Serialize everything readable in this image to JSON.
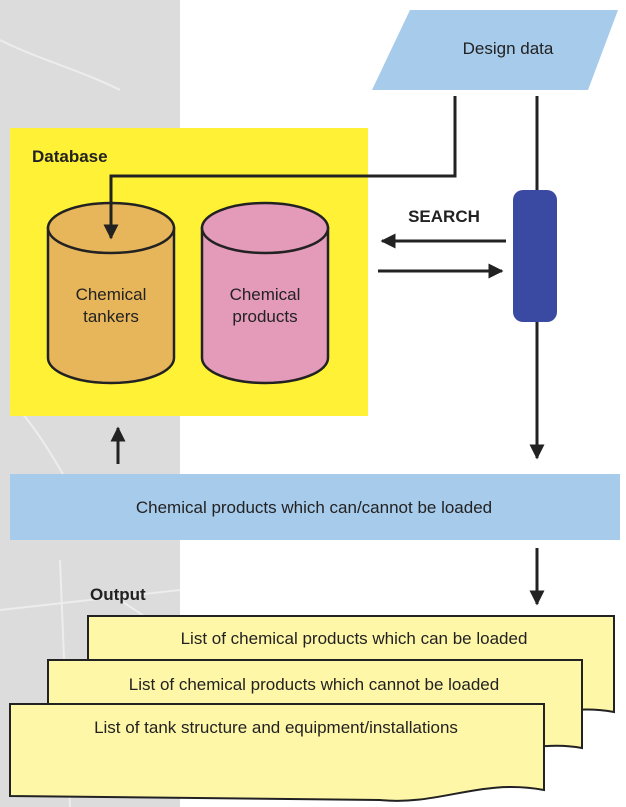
{
  "design_data": "Design data",
  "database": {
    "title": "Database",
    "tankers": {
      "line1": "Chemical",
      "line2": "tankers"
    },
    "products": {
      "line1": "Chemical",
      "line2": "products"
    }
  },
  "search_label": "SEARCH",
  "result_bar": "Chemical products which can/cannot be loaded",
  "output": {
    "title": "Output",
    "docs": [
      "List of chemical products which can be loaded",
      "List of chemical products which cannot be loaded",
      "List of tank structure and equipment/installations"
    ]
  },
  "colors": {
    "gray_background": "#dcdcdc",
    "database_box": "#fff236",
    "tanker_cylinder": "#e8b65a",
    "product_cylinder": "#e49ab9",
    "design_parallelogram": "#a7cbeb",
    "result_bar": "#a7cbeb",
    "search_pill": "#3a4aa3",
    "document": "#fff7a8",
    "line": "#222222"
  }
}
